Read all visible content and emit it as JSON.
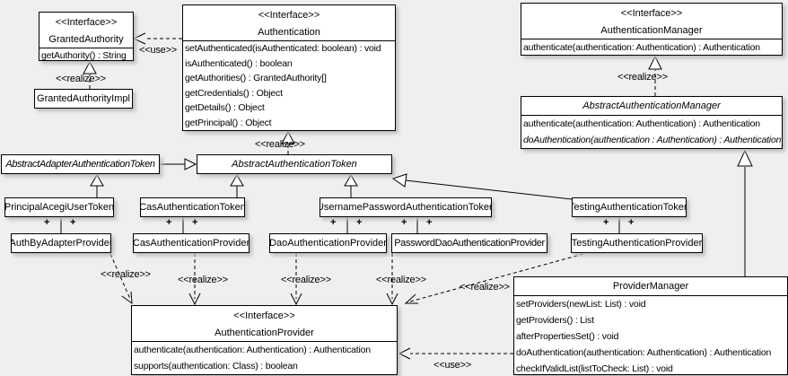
{
  "colors": {
    "background": "#efefef",
    "box_fill": "#ffffff",
    "line": "#000000",
    "shadow": "#bdbdbd"
  },
  "stereotypes": {
    "interface": "<<Interface>>",
    "realize": "<<realize>>",
    "use": "<<use>>",
    "plus": "+"
  },
  "classes": {
    "granted_authority": {
      "stereotype": "<<Interface>>",
      "name": "GrantedAuthority",
      "methods": [
        "getAuthority() : String"
      ]
    },
    "granted_authority_impl": {
      "name": "GrantedAuthorityImpl"
    },
    "authentication": {
      "stereotype": "<<Interface>>",
      "name": "Authentication",
      "methods": [
        "setAuthenticated(isAuthenticated: boolean) : void",
        "isAuthenticated() : boolean",
        "getAuthorities() : GrantedAuthority[]",
        "getCredentials() : Object",
        "getDetails() : Object",
        "getPrincipal() : Object"
      ]
    },
    "authentication_manager": {
      "stereotype": "<<Interface>>",
      "name": "AuthenticationManager",
      "methods": [
        "authenticate(authentication: Authentication) : Authentication"
      ]
    },
    "abstract_authentication_manager": {
      "name": "AbstractAuthenticationManager",
      "methods": [
        "authenticate(authentication: Authentication) : Authentication",
        "doAuthentication(authentication : Authentication) : Authentication"
      ]
    },
    "abstract_adapter_authentication_token": {
      "name": "AbstractAdapterAuthenticationToken"
    },
    "abstract_authentication_token": {
      "name": "AbstractAuthenticationToken"
    },
    "principal_acegi_user_token": {
      "name": "PrincipalAcegiUserToken"
    },
    "cas_authentication_token": {
      "name": "CasAuthenticationToken"
    },
    "username_password_authentication_token": {
      "name": "UsernamePasswordAuthenticationToken"
    },
    "testing_authentication_token": {
      "name": "TestingAuthenticationToken"
    },
    "auth_by_adapter_provider": {
      "name": "AuthByAdapterProvider"
    },
    "cas_authentication_provider": {
      "name": "CasAuthenticationProvider"
    },
    "dao_authentication_provider": {
      "name": "DaoAuthenticationProvider"
    },
    "password_dao_authentication_provider": {
      "name": "PasswordDaoAuthenticationProvider"
    },
    "testing_authentication_provider": {
      "name": "TestingAuthenticationProvider"
    },
    "provider_manager": {
      "name": "ProviderManager",
      "methods": [
        "setProviders(newList: List) : void",
        "getProviders() : List",
        "afterPropertiesSet() : void",
        "doAuthentication(authentication: Authentication) : Authentication",
        "checkIfValidList(listToCheck: List) : void"
      ]
    },
    "authentication_provider": {
      "stereotype": "<<Interface>>",
      "name": "AuthenticationProvider",
      "methods": [
        "authenticate(authentication: Authentication) : Authentication",
        "supports(authentication: Class) : boolean"
      ]
    }
  }
}
